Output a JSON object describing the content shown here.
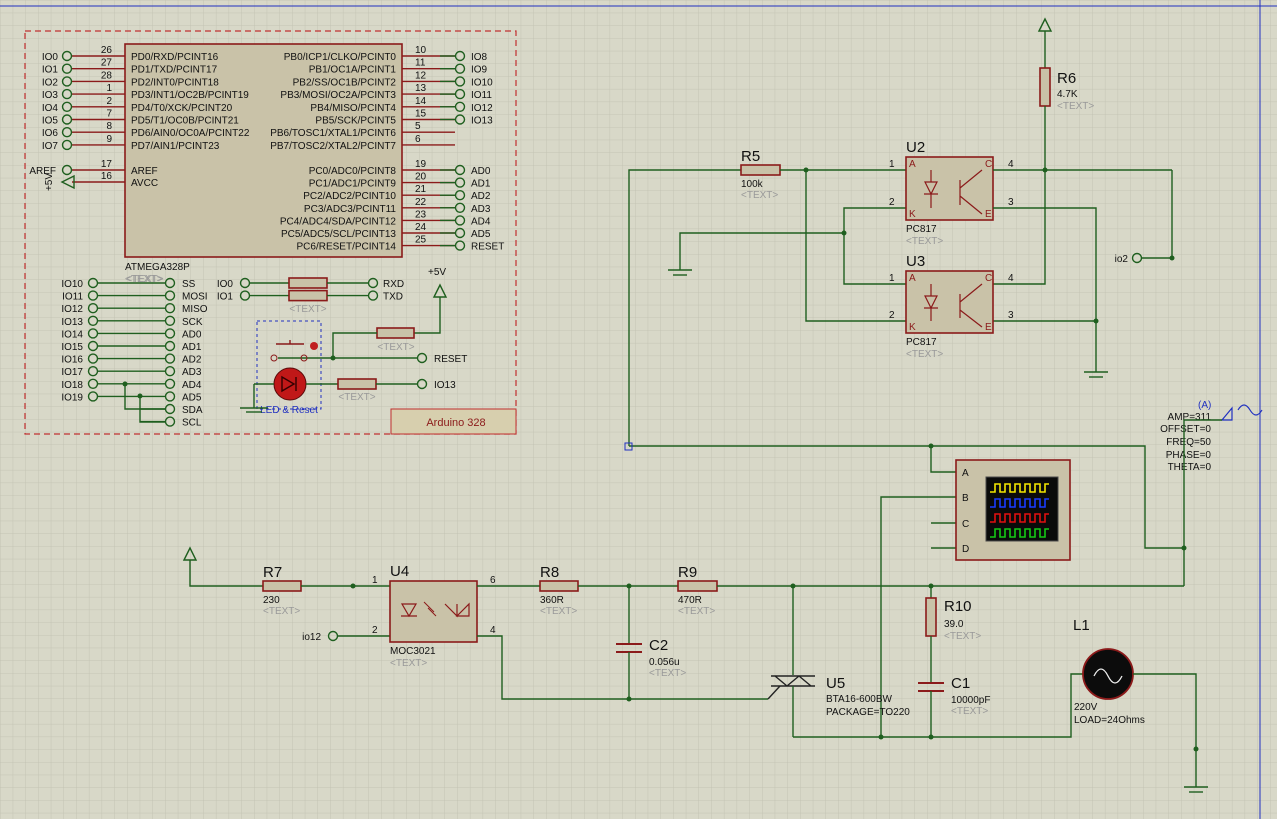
{
  "mcu": {
    "name": "ATMEGA328P",
    "text": "<TEXT>",
    "left_pins": [
      {
        "net": "IO0",
        "num": "26",
        "label": "PD0/RXD/PCINT16"
      },
      {
        "net": "IO1",
        "num": "27",
        "label": "PD1/TXD/PCINT17"
      },
      {
        "net": "IO2",
        "num": "28",
        "label": "PD2/INT0/PCINT18"
      },
      {
        "net": "IO3",
        "num": "1",
        "label": "PD3/INT1/OC2B/PCINT19"
      },
      {
        "net": "IO4",
        "num": "2",
        "label": "PD4/T0/XCK/PCINT20"
      },
      {
        "net": "IO5",
        "num": "7",
        "label": "PD5/T1/OC0B/PCINT21"
      },
      {
        "net": "IO6",
        "num": "8",
        "label": "PD6/AIN0/OC0A/PCINT22"
      },
      {
        "net": "IO7",
        "num": "9",
        "label": "PD7/AIN1/PCINT23"
      }
    ],
    "aref": {
      "net": "AREF",
      "num": "17",
      "label": "AREF"
    },
    "avcc": {
      "net": "+5V",
      "num": "16",
      "label": "AVCC"
    },
    "right_pins_b": [
      {
        "net": "IO8",
        "num": "10",
        "label": "PB0/ICP1/CLKO/PCINT0"
      },
      {
        "net": "IO9",
        "num": "11",
        "label": "PB1/OC1A/PCINT1"
      },
      {
        "net": "IO10",
        "num": "12",
        "label": "PB2/SS/OC1B/PCINT2"
      },
      {
        "net": "IO11",
        "num": "13",
        "label": "PB3/MOSI/OC2A/PCINT3"
      },
      {
        "net": "IO12",
        "num": "14",
        "label": "PB4/MISO/PCINT4"
      },
      {
        "net": "IO13",
        "num": "15",
        "label": "PB5/SCK/PCINT5"
      },
      {
        "net": "",
        "num": "5",
        "label": "PB6/TOSC1/XTAL1/PCINT6"
      },
      {
        "net": "",
        "num": "6",
        "label": "PB7/TOSC2/XTAL2/PCINT7"
      }
    ],
    "right_pins_c": [
      {
        "net": "AD0",
        "num": "19",
        "label": "PC0/ADC0/PCINT8"
      },
      {
        "net": "AD1",
        "num": "20",
        "label": "PC1/ADC1/PCINT9"
      },
      {
        "net": "AD2",
        "num": "21",
        "label": "PC2/ADC2/PCINT10"
      },
      {
        "net": "AD3",
        "num": "22",
        "label": "PC3/ADC3/PCINT11"
      },
      {
        "net": "AD4",
        "num": "23",
        "label": "PC4/ADC4/SDA/PCINT12"
      },
      {
        "net": "AD5",
        "num": "24",
        "label": "PC5/ADC5/SCL/PCINT13"
      },
      {
        "net": "RESET",
        "num": "25",
        "label": "PC6/RESET/PCINT14"
      }
    ]
  },
  "header_map": [
    {
      "left": "IO10",
      "right": "SS"
    },
    {
      "left": "IO11",
      "right": "MOSI"
    },
    {
      "left": "IO12",
      "right": "MISO"
    },
    {
      "left": "IO13",
      "right": "SCK"
    },
    {
      "left": "IO14",
      "right": "AD0"
    },
    {
      "left": "IO15",
      "right": "AD1"
    },
    {
      "left": "IO16",
      "right": "AD2"
    },
    {
      "left": "IO17",
      "right": "AD3"
    },
    {
      "left": "IO18",
      "right": "AD4"
    },
    {
      "left": "IO19",
      "right": "AD5"
    },
    {
      "left": "",
      "right": "SDA"
    },
    {
      "left": "",
      "right": "SCL"
    }
  ],
  "serial": [
    {
      "left": "IO0",
      "right": "RXD"
    },
    {
      "left": "IO1",
      "right": "TXD"
    }
  ],
  "serial_text": "<TEXT>",
  "plus5v": "+5V",
  "reset_label": "RESET",
  "io13_label": "IO13",
  "led_reset_label": "LED & Reset",
  "reset_text": "<TEXT>",
  "led_text": "<TEXT>",
  "arduino_label": "Arduino 328",
  "r5": {
    "ref": "R5",
    "value": "100k",
    "text": "<TEXT>"
  },
  "r6": {
    "ref": "R6",
    "value": "4.7K",
    "text": "<TEXT>"
  },
  "u2": {
    "ref": "U2",
    "part": "PC817",
    "text": "<TEXT>",
    "pins": [
      "1",
      "2",
      "4",
      "3"
    ],
    "labels": [
      "A",
      "K",
      "C",
      "E"
    ]
  },
  "u3": {
    "ref": "U3",
    "part": "PC817",
    "text": "<TEXT>",
    "pins": [
      "1",
      "2",
      "4",
      "3"
    ],
    "labels": [
      "A",
      "K",
      "C",
      "E"
    ]
  },
  "io2_label": "io2",
  "source": {
    "tag": "(A)",
    "amp": "AMP=311",
    "offset": "OFFSET=0",
    "freq": "FREQ=50",
    "phase": "PHASE=0",
    "theta": "THETA=0"
  },
  "scope": {
    "channels": [
      "A",
      "B",
      "C",
      "D"
    ],
    "trace_colors": [
      "#f2e600",
      "#1a3cff",
      "#e01010",
      "#14c814"
    ]
  },
  "r7": {
    "ref": "R7",
    "value": "230",
    "text": "<TEXT>"
  },
  "u4": {
    "ref": "U4",
    "part": "MOC3021",
    "text": "<TEXT>",
    "pins": [
      "1",
      "2",
      "6",
      "4"
    ]
  },
  "io12_label": "io12",
  "r8": {
    "ref": "R8",
    "value": "360R",
    "text": "<TEXT>"
  },
  "r9": {
    "ref": "R9",
    "value": "470R",
    "text": "<TEXT>"
  },
  "c2": {
    "ref": "C2",
    "value": "0.056u",
    "text": "<TEXT>"
  },
  "u5": {
    "ref": "U5",
    "part": "BTA16-600BW",
    "package": "PACKAGE=TO220"
  },
  "r10": {
    "ref": "R10",
    "value": "39.0",
    "text": "<TEXT>"
  },
  "c1": {
    "ref": "C1",
    "value": "10000pF",
    "text": "<TEXT>"
  },
  "l1": {
    "ref": "L1",
    "voltage": "220V",
    "load": "LOAD=24Ohms"
  },
  "colors": {
    "wire": "#1f5f1f",
    "component": "#8b1a1a",
    "body": "#c9c2a8",
    "grid": "#c4c4b4"
  }
}
